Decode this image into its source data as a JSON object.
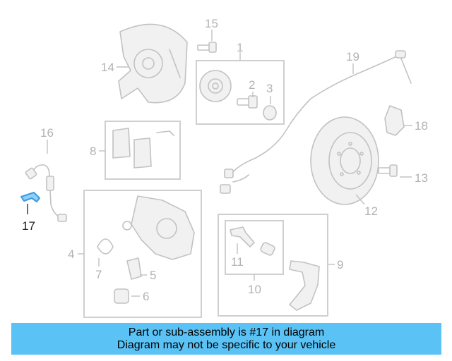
{
  "labels": {
    "l1": "1",
    "l2": "2",
    "l3": "3",
    "l4": "4",
    "l5": "5",
    "l6": "6",
    "l7": "7",
    "l8": "8",
    "l9": "9",
    "l10": "10",
    "l11": "11",
    "l12": "12",
    "l13": "13",
    "l14": "14",
    "l15": "15",
    "l16": "16",
    "l17": "17",
    "l18": "18",
    "l19": "19"
  },
  "highlighted_part": "17",
  "colors": {
    "banner_bg": "#5ac2f5",
    "highlight": "#3a9be0",
    "outline": "#c2c2c2"
  },
  "banner": {
    "line1": "Part or sub-assembly is #17 in diagram",
    "line2": "Diagram may not be specific to your vehicle"
  }
}
